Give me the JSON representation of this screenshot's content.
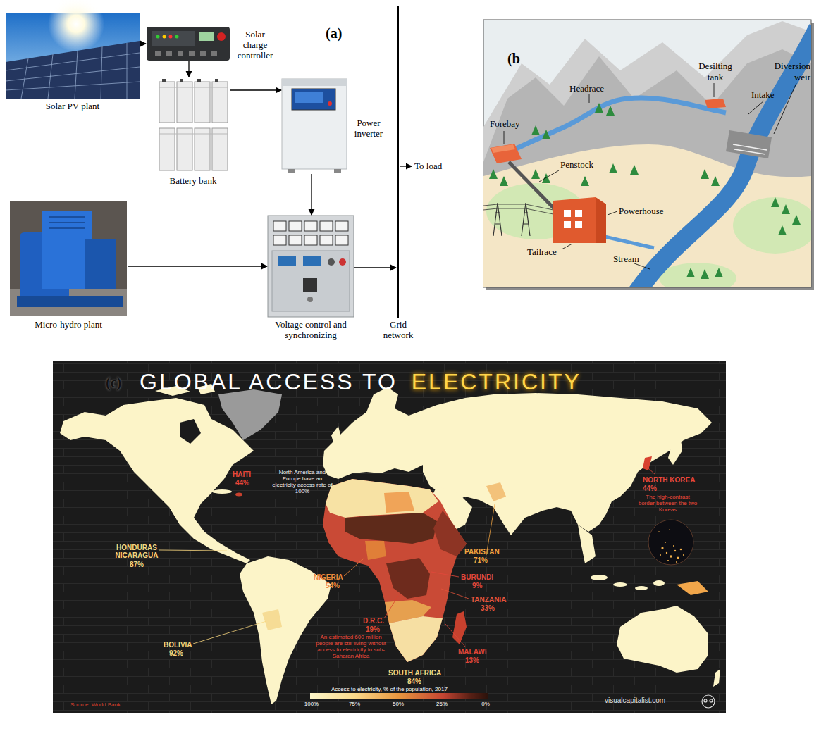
{
  "diagram": {
    "nodes": [
      {
        "text": [
          "Solar PV plant"
        ]
      },
      {
        "text": [
          "Solar charge controller"
        ]
      },
      {
        "text": [
          "Battery bank"
        ]
      },
      {
        "text": [
          "Power inverter"
        ]
      },
      {
        "text": [
          "Micro-hydro plant"
        ]
      },
      {
        "text": [
          "Voltage control and synchronizing"
        ]
      },
      {
        "text": [
          "Grid network"
        ]
      }
    ],
    "edges": [
      {
        "from": 0,
        "to": 1,
        "arrow": "to"
      },
      {
        "from": 1,
        "to": 2,
        "arrow": "to"
      },
      {
        "from": 2,
        "to": 3,
        "arrow": "to"
      },
      {
        "from": 3,
        "to": 5,
        "arrow": "to"
      },
      {
        "from": 4,
        "to": 5,
        "arrow": "to"
      },
      {
        "from": 5,
        "to": 6,
        "arrow": "to"
      }
    ],
    "labels": [
      "(a)",
      "To load",
      "(b",
      "Desilting tank",
      "Diversion weir",
      "Intake",
      "Headrace",
      "Forebay",
      "Penstock",
      "Powerhouse",
      "Tailrace",
      "Stream",
      "(c)",
      "GLOBAL ACCESS TO",
      "ELECTRICITY",
      "North America and Europe have an electricity access rate of 100%",
      "HAITI",
      "44%",
      "NORTH KOREA",
      "44%",
      "The high-contrast border between the two Koreas",
      "HONDURAS NICARAGUA",
      "87%",
      "PAKISTAN",
      "71%",
      "NIGERIA",
      "54%",
      "BURUNDI",
      "9%",
      "TANZANIA",
      "33%",
      "D.R.C.",
      "19%",
      "BOLIVIA",
      "92%",
      "An estimated 600 million people are still living without access to electricity in sub-Saharan Africa",
      "MALAWI",
      "13%",
      "SOUTH AFRICA",
      "84%",
      "Access to electricity, % of the population, 2017",
      "100%",
      "75%",
      "50%",
      "25%",
      "0%",
      "Source: World Bank",
      "visualcapitalist.com"
    ]
  }
}
